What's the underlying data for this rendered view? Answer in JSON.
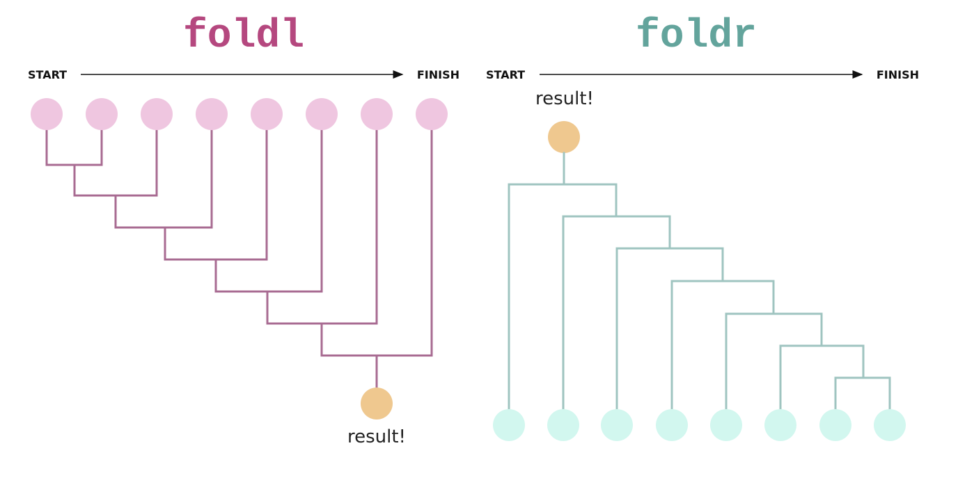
{
  "colors": {
    "foldl_title": "#b5487f",
    "foldl_line": "#a86b92",
    "foldl_node": "#efc6e0",
    "foldr_title": "#63a49c",
    "foldr_line": "#9fc4c0",
    "foldr_node": "#d2f7ef",
    "result_node": "#efc88f",
    "arrow": "#111111"
  },
  "foldl": {
    "title": "foldl",
    "start_label": "START",
    "finish_label": "FINISH",
    "result_label": "result!",
    "nodes": [
      "node-1",
      "node-2",
      "node-3",
      "node-4",
      "node-5",
      "node-6",
      "node-7",
      "node-8"
    ]
  },
  "foldr": {
    "title": "foldr",
    "start_label": "START",
    "finish_label": "FINISH",
    "result_label": "result!",
    "nodes": [
      "node-1",
      "node-2",
      "node-3",
      "node-4",
      "node-5",
      "node-6",
      "node-7",
      "node-8"
    ]
  }
}
